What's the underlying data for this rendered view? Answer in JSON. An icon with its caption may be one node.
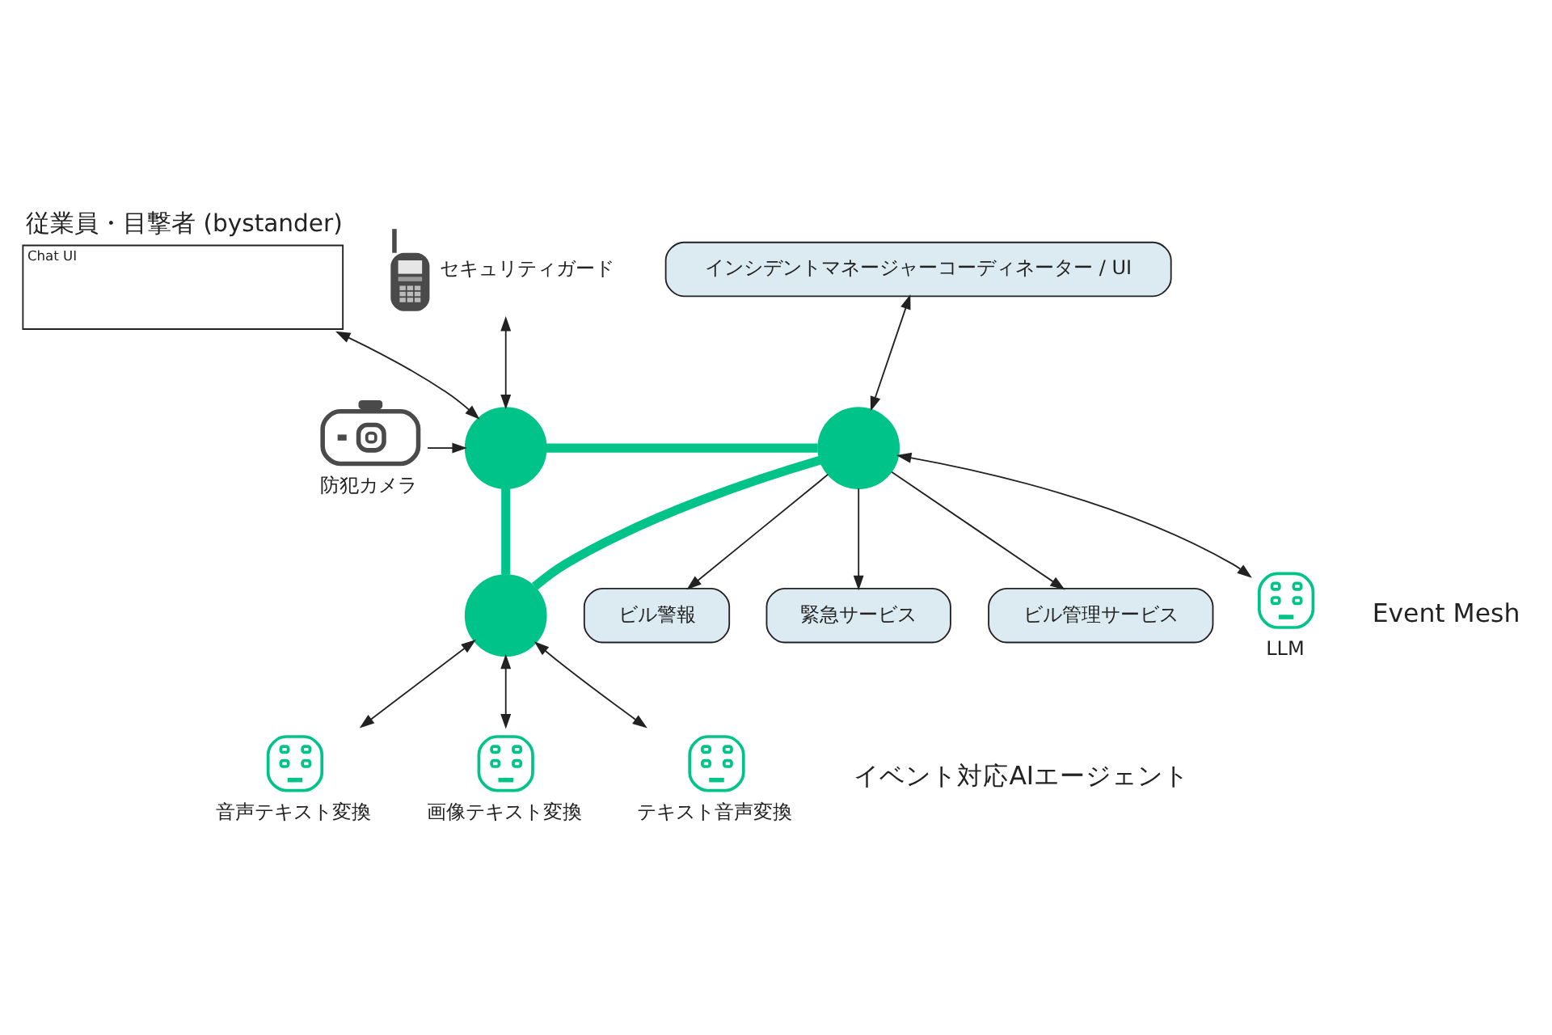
{
  "diagram": {
    "nodes": [
      {
        "text": [
          "従業員・目撃者 (bystander)",
          "Chat UI"
        ]
      },
      {
        "text": [],
        "shape": "picture",
        "beside": [
          "セキュリティガード"
        ]
      },
      {
        "text": [],
        "shape": "picture",
        "beside": [
          "防犯カメラ"
        ]
      },
      {
        "text": [],
        "shape": "circle"
      },
      {
        "text": [
          "インシデントマネージャーコーディネーター / UI"
        ]
      },
      {
        "text": [
          "ビル警報"
        ]
      },
      {
        "text": [],
        "shape": "circle"
      },
      {
        "text": [
          "緊急サービス"
        ]
      },
      {
        "text": [],
        "shape": "circle"
      },
      {
        "text": [
          "ビル管理サービス"
        ]
      },
      {
        "text": [],
        "shape": "picture",
        "beside": [
          "音声テキスト変換"
        ]
      },
      {
        "text": [],
        "shape": "picture",
        "beside": [
          "画像テキスト変換"
        ]
      },
      {
        "text": [],
        "shape": "picture",
        "beside": [
          "テキスト音声変換"
        ]
      },
      {
        "text": [],
        "shape": "picture",
        "beside": [
          "LLM"
        ]
      }
    ],
    "edges": [
      {
        "from": 0,
        "to": 3,
        "arrow": "both"
      },
      {
        "from": 1,
        "to": 3,
        "arrow": "both"
      },
      {
        "from": 2,
        "to": 3,
        "arrow": "to"
      },
      {
        "from": 3,
        "to": 6,
        "arrow": "none",
        "style": "thick",
        "color": "#00c389"
      },
      {
        "from": 3,
        "to": 8,
        "arrow": "none",
        "style": "thick",
        "color": "#00c389"
      },
      {
        "from": 8,
        "to": 6,
        "arrow": "none",
        "style": "thick",
        "color": "#00c389"
      },
      {
        "from": 4,
        "to": 6,
        "arrow": "both"
      },
      {
        "from": 6,
        "to": 5,
        "arrow": "to"
      },
      {
        "from": 6,
        "to": 7,
        "arrow": "to"
      },
      {
        "from": 6,
        "to": 9,
        "arrow": "to"
      },
      {
        "from": 6,
        "to": 13,
        "arrow": "both"
      },
      {
        "from": 8,
        "to": 10,
        "arrow": "both"
      },
      {
        "from": 8,
        "to": 11,
        "arrow": "both"
      },
      {
        "from": 8,
        "to": 12,
        "arrow": "both"
      }
    ],
    "labels": [
      "Event Mesh",
      "イベント対応AIエージェント"
    ]
  }
}
